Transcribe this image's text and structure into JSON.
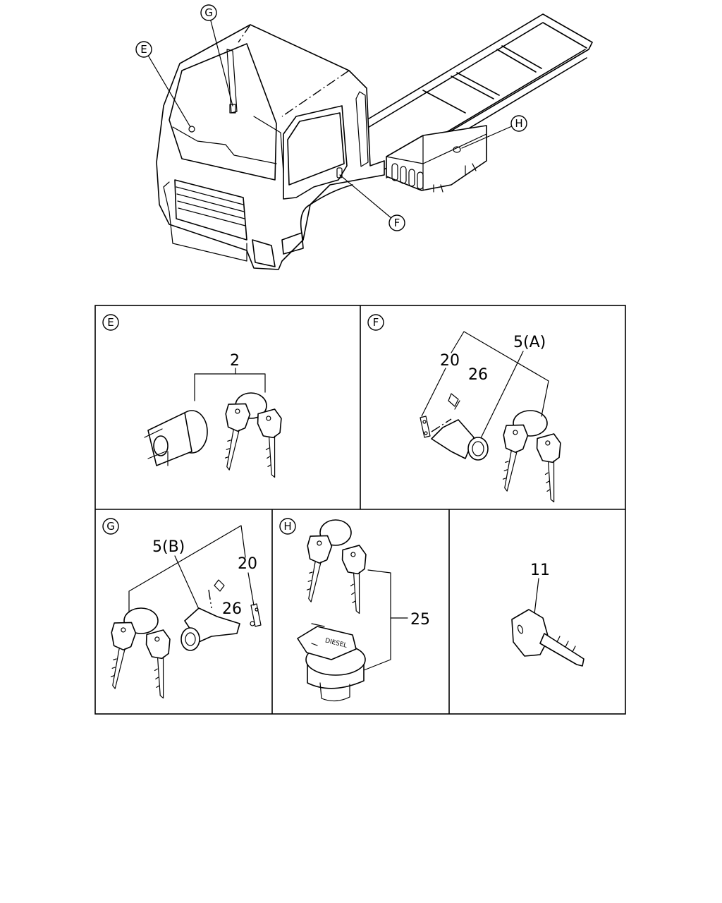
{
  "truck_callouts": [
    "G",
    "E",
    "H",
    "F"
  ],
  "panels": [
    {
      "letter": "E",
      "part_numbers": [
        "2"
      ]
    },
    {
      "letter": "F",
      "part_numbers": [
        "20",
        "26",
        "5(A)"
      ]
    },
    {
      "letter": "G",
      "part_numbers": [
        "5(B)",
        "20",
        "26"
      ]
    },
    {
      "letter": "H",
      "part_numbers": [
        "25"
      ]
    },
    {
      "letter": "",
      "part_numbers": [
        "11"
      ]
    }
  ],
  "fuel_cap_text": "DIESEL"
}
